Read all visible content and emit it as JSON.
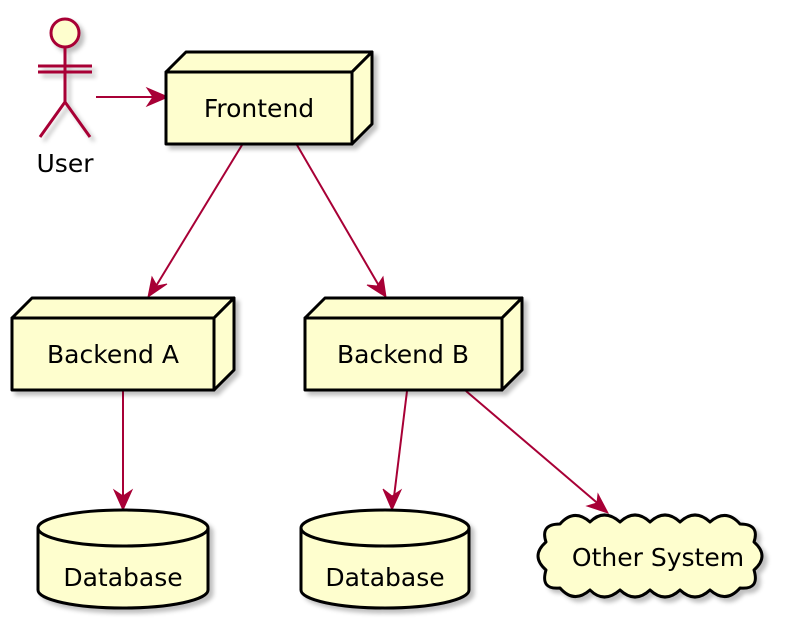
{
  "colors": {
    "node_fill": "#FEFECE",
    "node_stroke": "#000000",
    "arrow": "#A80036",
    "shadow": "#CFCFCF"
  },
  "actor": {
    "label": "User",
    "icon": "stick-figure-icon"
  },
  "nodes": {
    "frontend": {
      "label": "Frontend"
    },
    "backend_a": {
      "label": "Backend A"
    },
    "backend_b": {
      "label": "Backend B"
    }
  },
  "databases": {
    "db_a": {
      "label": "Database",
      "icon": "database-cylinder-icon"
    },
    "db_b": {
      "label": "Database",
      "icon": "database-cylinder-icon"
    }
  },
  "cloud": {
    "label": "Other System",
    "icon": "cloud-icon"
  },
  "edges": [
    {
      "from": "User",
      "to": "Frontend"
    },
    {
      "from": "Frontend",
      "to": "Backend A"
    },
    {
      "from": "Frontend",
      "to": "Backend B"
    },
    {
      "from": "Backend A",
      "to": "Database"
    },
    {
      "from": "Backend B",
      "to": "Database"
    },
    {
      "from": "Backend B",
      "to": "Other System"
    }
  ]
}
